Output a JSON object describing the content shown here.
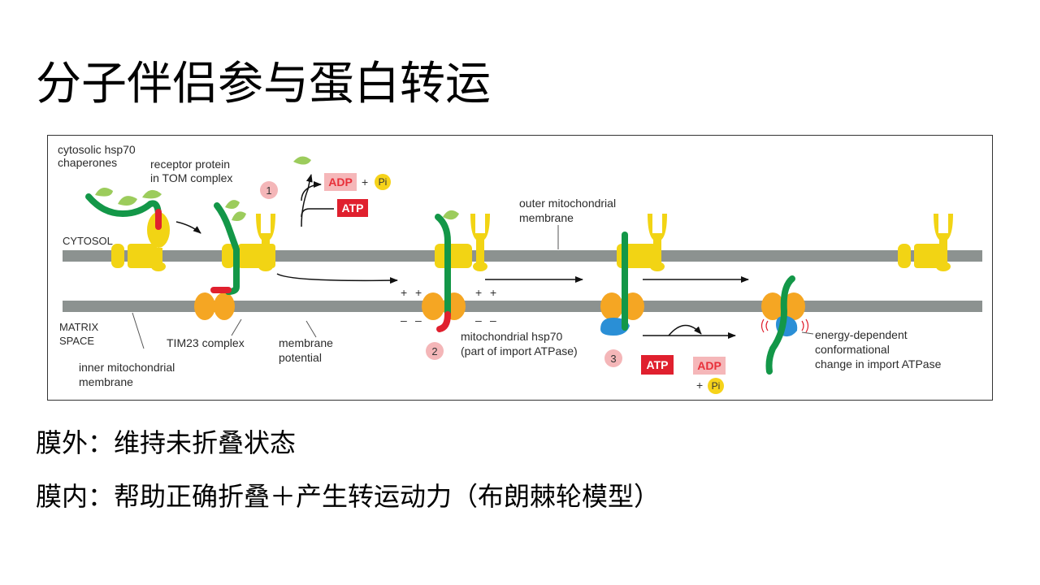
{
  "slide": {
    "title": "分子伴侣参与蛋白转运",
    "bullets": [
      "膜外：维持未折叠状态",
      "膜内：帮助正确折叠＋产生转运动力（布朗棘轮模型）"
    ]
  },
  "figure": {
    "labels": {
      "cytosolic_hsp70_1": "cytosolic hsp70",
      "cytosolic_hsp70_2": "chaperones",
      "receptor_1": "receptor protein",
      "receptor_2": "in TOM complex",
      "cytosol": "CYTOSOL",
      "matrix_1": "MATRIX",
      "matrix_2": "SPACE",
      "tim23": "TIM23 complex",
      "inner_membrane_1": "inner mitochondrial",
      "inner_membrane_2": "membrane",
      "membrane_potential_1": "membrane",
      "membrane_potential_2": "potential",
      "outer_membrane_1": "outer mitochondrial",
      "outer_membrane_2": "membrane",
      "mito_hsp70_1": "mitochondrial hsp70",
      "mito_hsp70_2": "(part of import ATPase)",
      "energy_1": "energy-dependent",
      "energy_2": "conformational",
      "energy_3": "change in import ATPase"
    },
    "steps": [
      "1",
      "2",
      "3"
    ],
    "atp": "ATP",
    "adp": "ADP",
    "plus": "+",
    "pi": "Pi",
    "plus_sign": "+",
    "minus_sign": "–"
  },
  "colors": {
    "membrane": "#8c9290",
    "tom": "#f2d414",
    "tim": "#f5a623",
    "chain": "#139748",
    "signal": "#e0202e",
    "hsp70_cyto": "#9ccc5c",
    "hsp70_mito": "#2a8fd6",
    "step_circle": "#f4b6b8",
    "pi_circle": "#f6d31a"
  }
}
